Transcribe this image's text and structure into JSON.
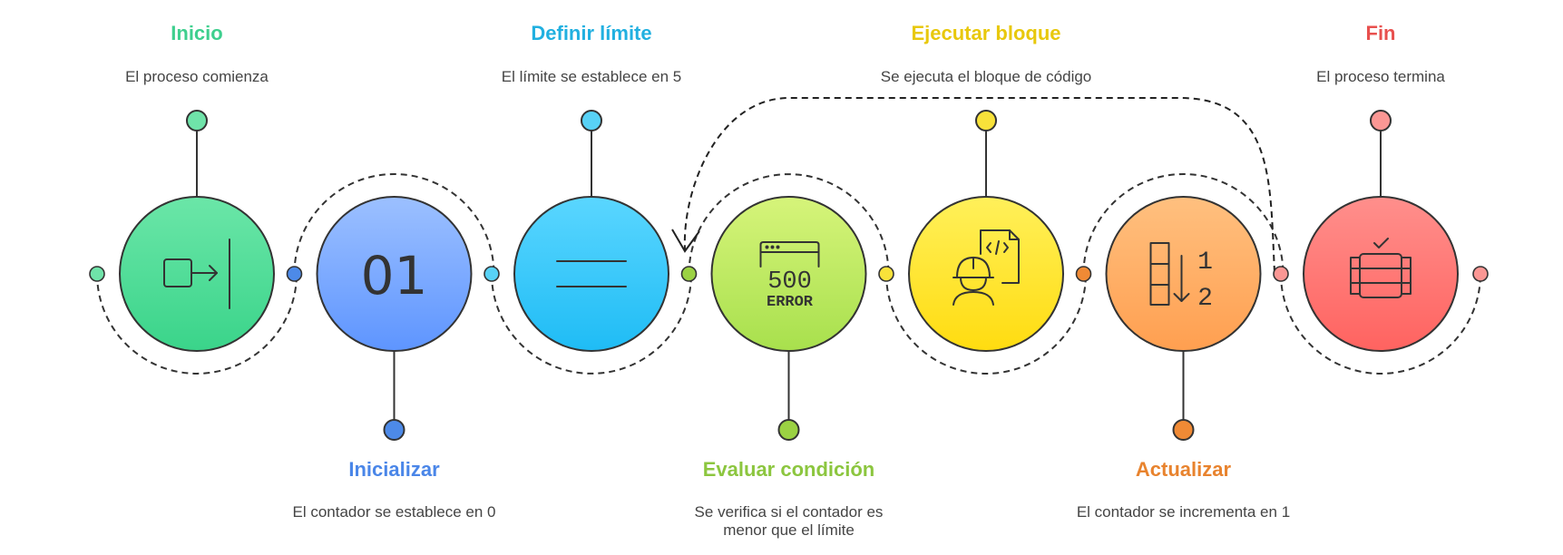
{
  "steps": [
    {
      "title": "Inicio",
      "desc": "El proceso comienza",
      "color": "#3ecf8e",
      "gradient": [
        "#6be6a8",
        "#3ad48a"
      ],
      "dot": "#6fe3a9",
      "icon": "enter-icon",
      "label_side": "top"
    },
    {
      "title": "Inicializar",
      "desc": "El contador se establece en 0",
      "color": "#4a86e8",
      "gradient": [
        "#9cc0ff",
        "#5e95ff"
      ],
      "dot": "#4d8ae8",
      "icon": "counter-01-icon",
      "label_side": "bottom"
    },
    {
      "title": "Definir límite",
      "desc": "El límite se establece en 5",
      "color": "#21b0e0",
      "gradient": [
        "#5ad6ff",
        "#1fbcf5"
      ],
      "dot": "#58d2f6",
      "icon": "equals-icon",
      "label_side": "top"
    },
    {
      "title": "Evaluar condición",
      "desc": "Se verifica si el contador es menor que el límite",
      "color": "#8cc63f",
      "gradient": [
        "#d6f47a",
        "#a8e04d"
      ],
      "dot": "#9bd243",
      "icon": "error-500-icon",
      "label_side": "bottom"
    },
    {
      "title": "Ejecutar bloque",
      "desc": "Se ejecuta el bloque de código",
      "color": "#e8c80c",
      "gradient": [
        "#fff05a",
        "#ffdc10"
      ],
      "dot": "#f8e23a",
      "icon": "developer-code-icon",
      "label_side": "top"
    },
    {
      "title": "Actualizar",
      "desc": "El contador se incrementa en 1",
      "color": "#e8832e",
      "gradient": [
        "#ffc07f",
        "#ff9f50"
      ],
      "dot": "#f08a35",
      "icon": "sort-1-2-icon",
      "label_side": "bottom"
    },
    {
      "title": "Fin",
      "desc": "El proceso termina",
      "color": "#e8504e",
      "gradient": [
        "#ff8f8c",
        "#ff6360"
      ],
      "dot": "#fb9794",
      "icon": "database-check-icon",
      "label_side": "top"
    }
  ],
  "icon_texts": {
    "counter": "01",
    "error_code": "500",
    "error_word": "ERROR",
    "sort_top": "1",
    "sort_bottom": "2"
  },
  "loop_arrow": {
    "from_step": "Actualizar",
    "to_step": "Evaluar condición",
    "style": "dashed"
  }
}
